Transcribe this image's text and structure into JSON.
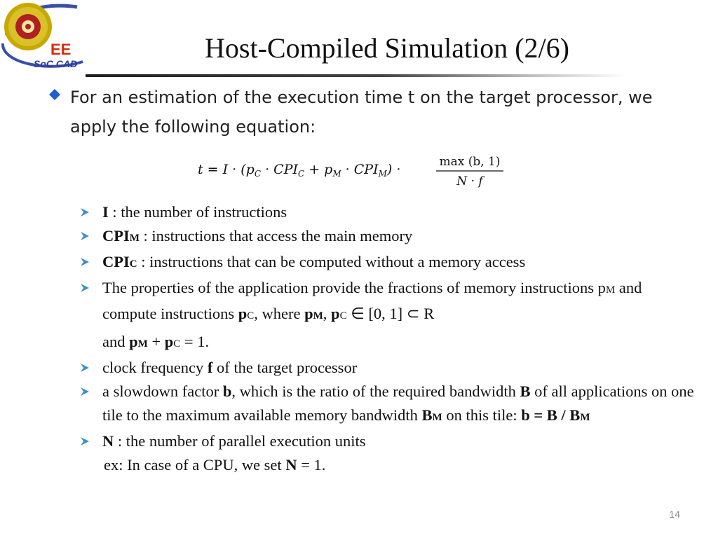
{
  "slide": {
    "title": "Host-Compiled Simulation (2/6)",
    "page_number": "14",
    "logo": {
      "badge_text": "EE",
      "caption": "SoC CAD"
    }
  },
  "intro_text": "For an estimation of the execution time t on the target processor, we apply the following equation:",
  "bullets": {
    "i_term": "I",
    "i_desc": " : the number of instructions",
    "cpim_term": "CPI",
    "cpim_sub": "M",
    "cpim_desc": " :  instructions that access the main memory",
    "cpic_term": "CPI",
    "cpic_sub": "C",
    "cpic_desc": " :  instructions that can be computed without a memory access",
    "props_line1": "The properties of the application provide the fractions of memory instructions p",
    "props_sub_m": "M",
    "props_mid1": " and compute instructions ",
    "props_p": "p",
    "props_sub_c": "C",
    "props_mid2": ", where ",
    "props_pm": "p",
    "props_pm_sub": "M",
    "props_comma": ", ",
    "props_pc": "p",
    "props_pc_sub": "C",
    "props_set": " ∈ [0, 1] ⊂ R",
    "props_and": "and ",
    "props_sum_pm": "p",
    "props_sum_pm_sub": "M",
    "props_plus": " + ",
    "props_sum_pc": "p",
    "props_sum_pc_sub": "C",
    "props_eq": " = 1.",
    "clock_pre": "clock frequency ",
    "clock_f": "f",
    "clock_post": " of the target processor",
    "slow_pre": "a slowdown factor ",
    "slow_b": "b",
    "slow_mid": ", which is the ratio of the required bandwidth ",
    "slow_B": "B",
    "slow_mid2": " of all applications on one tile to the maximum available memory bandwidth ",
    "slow_BM": "B",
    "slow_BM_sub": "M",
    "slow_tile": " on this tile:  ",
    "slow_formula": "b = B / B",
    "slow_formula_sub": "M",
    "n_term": "N",
    "n_desc": " : the number of parallel execution units",
    "ex_pre": "ex: In case of a CPU, we set ",
    "ex_n": "N",
    "ex_post": " = 1."
  },
  "equation": {
    "lhs": "t = I · (p",
    "pc_sub": "C",
    "dot1": " · CPI",
    "cpic_sub": "C",
    "plus": " + p",
    "pm_sub": "M",
    "dot2": " · CPI",
    "cpim_sub": "M",
    "close": ") ·",
    "numerator": "max (b, 1)",
    "denominator": "N · f"
  },
  "colors": {
    "diamond": "#1f5fd0",
    "arrow": "#3d8fc9",
    "rule": "#2a2a2a"
  }
}
